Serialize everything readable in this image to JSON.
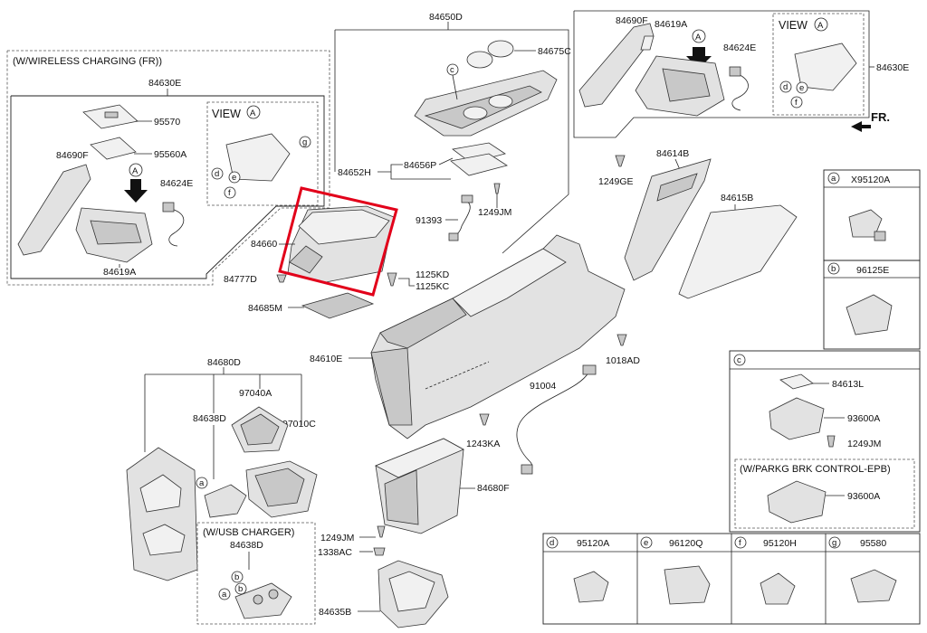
{
  "labels": {
    "top_center": "84650D",
    "p84675C": "84675C",
    "p84652H": "84652H",
    "p84656P": "84656P",
    "p91393": "91393",
    "p1249JM_top": "1249JM",
    "p84690F_r": "84690F",
    "p84619A_r": "84619A",
    "p84624E_r": "84624E",
    "p84630E_r": "84630E",
    "fr": "FR.",
    "p1249GE": "1249GE",
    "p84614B": "84614B",
    "p84615B": "84615B",
    "wireless_header": "(W/WIRELESS CHARGING (FR))",
    "p84630E_l": "84630E",
    "p95570": "95570",
    "p95560A": "95560A",
    "p84690F_l": "84690F",
    "p84624E_l": "84624E",
    "p84619A_l": "84619A",
    "view_a": "VIEW",
    "p84660": "84660",
    "p84777D": "84777D",
    "p84685M": "84685M",
    "p1125KD": "1125KD",
    "p1125KC": "1125KC",
    "p84610E": "84610E",
    "p1018AD": "1018AD",
    "p84680D": "84680D",
    "p97040A": "97040A",
    "p84638D": "84638D",
    "p97010C": "97010C",
    "p91004": "91004",
    "p1243KA": "1243KA",
    "p84680F": "84680F",
    "usb_header": "(W/USB CHARGER)",
    "p84638D_usb": "84638D",
    "p1249JM_bot": "1249JM",
    "p1338AC": "1338AC",
    "p84635B": "84635B"
  },
  "legend": {
    "a": {
      "key": "a",
      "part": "X95120A"
    },
    "b": {
      "key": "b",
      "part": "96125E"
    },
    "c": {
      "key": "c",
      "part1": "84613L",
      "part2": "93600A",
      "part3": "1249JM",
      "sub_header": "(W/PARKG BRK CONTROL-EPB)",
      "part4": "93600A"
    },
    "d": {
      "key": "d",
      "part": "95120A"
    },
    "e": {
      "key": "e",
      "part": "96120Q"
    },
    "f": {
      "key": "f",
      "part": "95120H"
    },
    "g": {
      "key": "g",
      "part": "95580"
    }
  },
  "callouts": {
    "a": "a",
    "b": "b",
    "c": "c",
    "d": "d",
    "e": "e",
    "f": "f",
    "g": "g",
    "A": "A"
  },
  "colors": {
    "highlight": "#e2001a"
  }
}
